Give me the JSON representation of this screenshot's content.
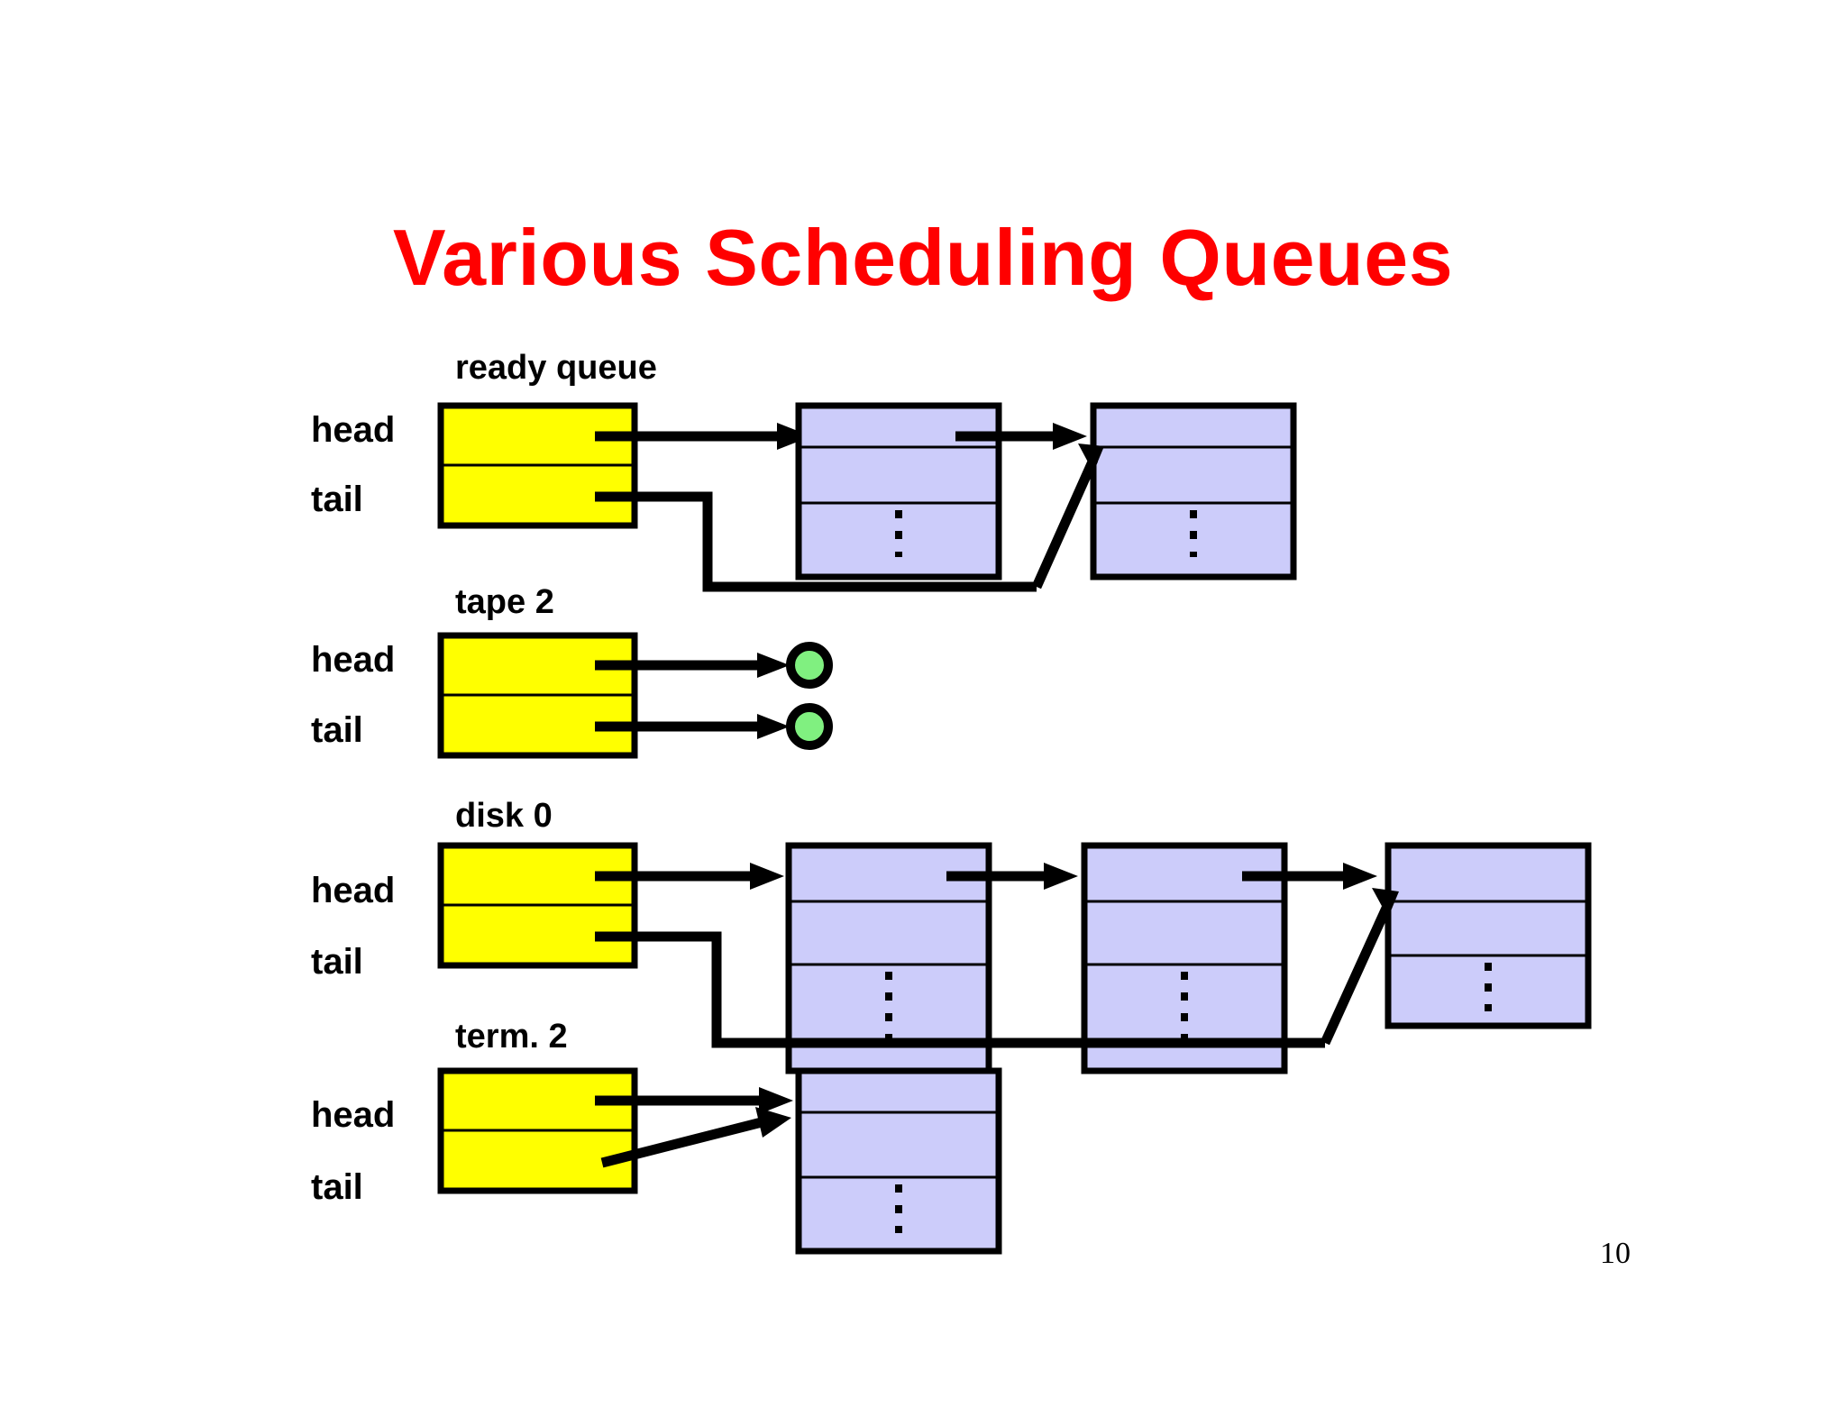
{
  "slide": {
    "title": "Various Scheduling Queues",
    "title_color": "#FF0000",
    "page_number": "10",
    "background": "#FFFFFF"
  },
  "colors": {
    "pointer_block": "#FFFF00",
    "pcb_block": "#CCCCFA",
    "terminal_node": "#80F080",
    "line": "#000000"
  },
  "rows": [
    {
      "id": "ready-queue",
      "queue_label": "ready queue",
      "head_label": "head",
      "tail_label": "tail",
      "pcb_count": 2,
      "terminal_nodes": 0
    },
    {
      "id": "tape-2",
      "queue_label": "tape 2",
      "head_label": "head",
      "tail_label": "tail",
      "pcb_count": 0,
      "terminal_nodes": 2
    },
    {
      "id": "disk-0",
      "queue_label": "disk 0",
      "head_label": "head",
      "tail_label": "tail",
      "pcb_count": 3,
      "terminal_nodes": 0
    },
    {
      "id": "term-2",
      "queue_label": "term. 2",
      "head_label": "head",
      "tail_label": "tail",
      "pcb_count": 1,
      "terminal_nodes": 0
    }
  ]
}
